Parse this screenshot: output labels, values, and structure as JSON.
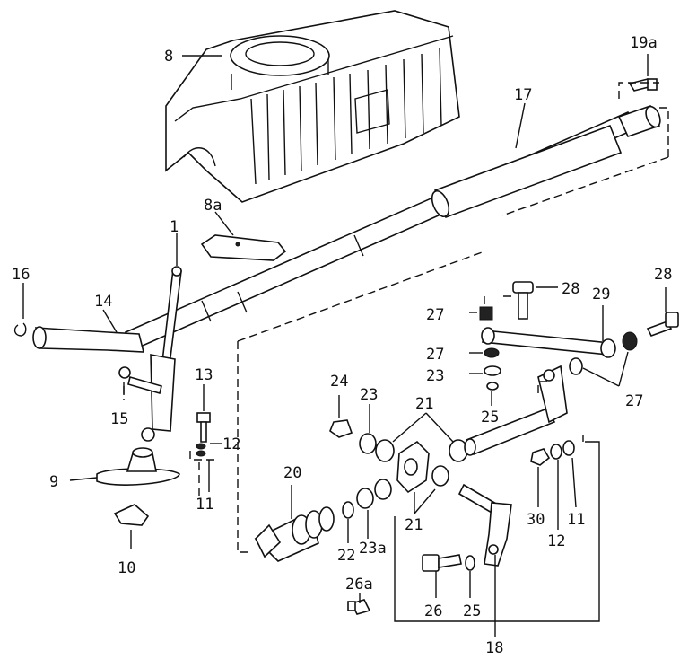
{
  "labels": {
    "l1": "1",
    "l8": "8",
    "l8a": "8a",
    "l9": "9",
    "l10": "10",
    "l11a": "11",
    "l11b": "11",
    "l12a": "12",
    "l12b": "12",
    "l13": "13",
    "l14": "14",
    "l15": "15",
    "l16": "16",
    "l17": "17",
    "l18": "18",
    "l19a": "19a",
    "l20": "20",
    "l21a": "21",
    "l21b": "21",
    "l22": "22",
    "l23a": "23",
    "l23b": "23",
    "l23c": "23a",
    "l24": "24",
    "l25a": "25",
    "l25b": "25",
    "l26": "26",
    "l26a": "26a",
    "l27a": "27",
    "l27b": "27",
    "l27c": "27",
    "l28a": "28",
    "l28b": "28",
    "l29": "29",
    "l30": "30"
  }
}
